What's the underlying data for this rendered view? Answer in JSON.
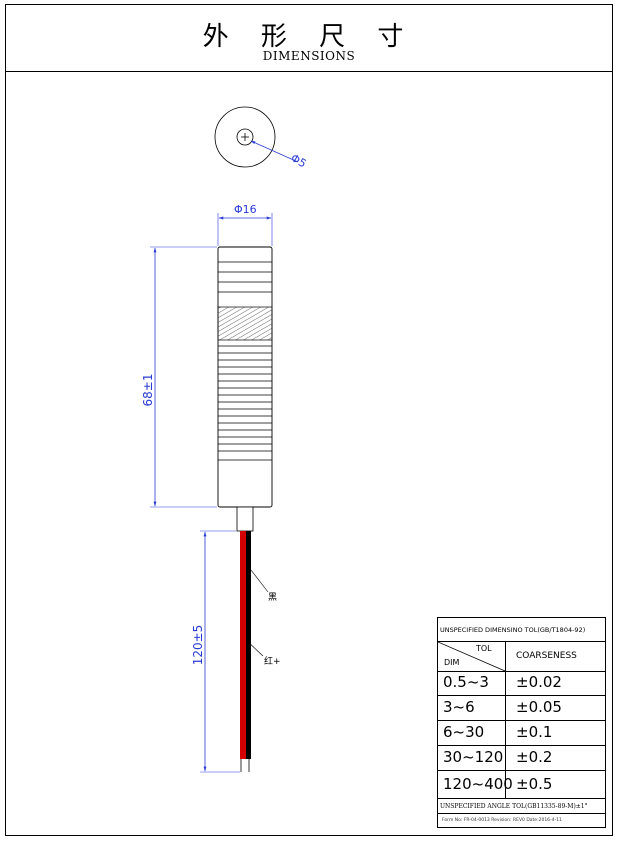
{
  "header": {
    "title_cn": "外 形 尺 寸",
    "title_en": "DIMENSIONS"
  },
  "drawing": {
    "top_view_label": "Φ5",
    "diameter_label": "Φ16",
    "body_length_label": "68±1",
    "cable_length_label": "120±5",
    "wire_black_label": "黑",
    "wire_red_label": "红+",
    "dimension_color": "#2a3bd6",
    "wire_red_color": "#d40000",
    "wire_black_color": "#000000"
  },
  "tolerance_table": {
    "title": "UNSPECIFIED DIMENSINO TOL(GB/T1804-92)",
    "header_tol": "TOL",
    "header_dim": "DIM",
    "header_coarseness": "COARSENESS",
    "rows": [
      {
        "range": "0.5~3",
        "tol": "±0.02"
      },
      {
        "range": "3~6",
        "tol": "±0.05"
      },
      {
        "range": "6~30",
        "tol": "±0.1"
      },
      {
        "range": "30~120",
        "tol": "±0.2"
      },
      {
        "range": "120~400",
        "tol": "±0.5"
      }
    ],
    "angle_tol": "UNSPECIFIED ANGLE TOL(GB11335-89-M)±1°",
    "form_info": "Form No: FR-04-0013 Revision: REV0 Date:2016-4-11"
  }
}
